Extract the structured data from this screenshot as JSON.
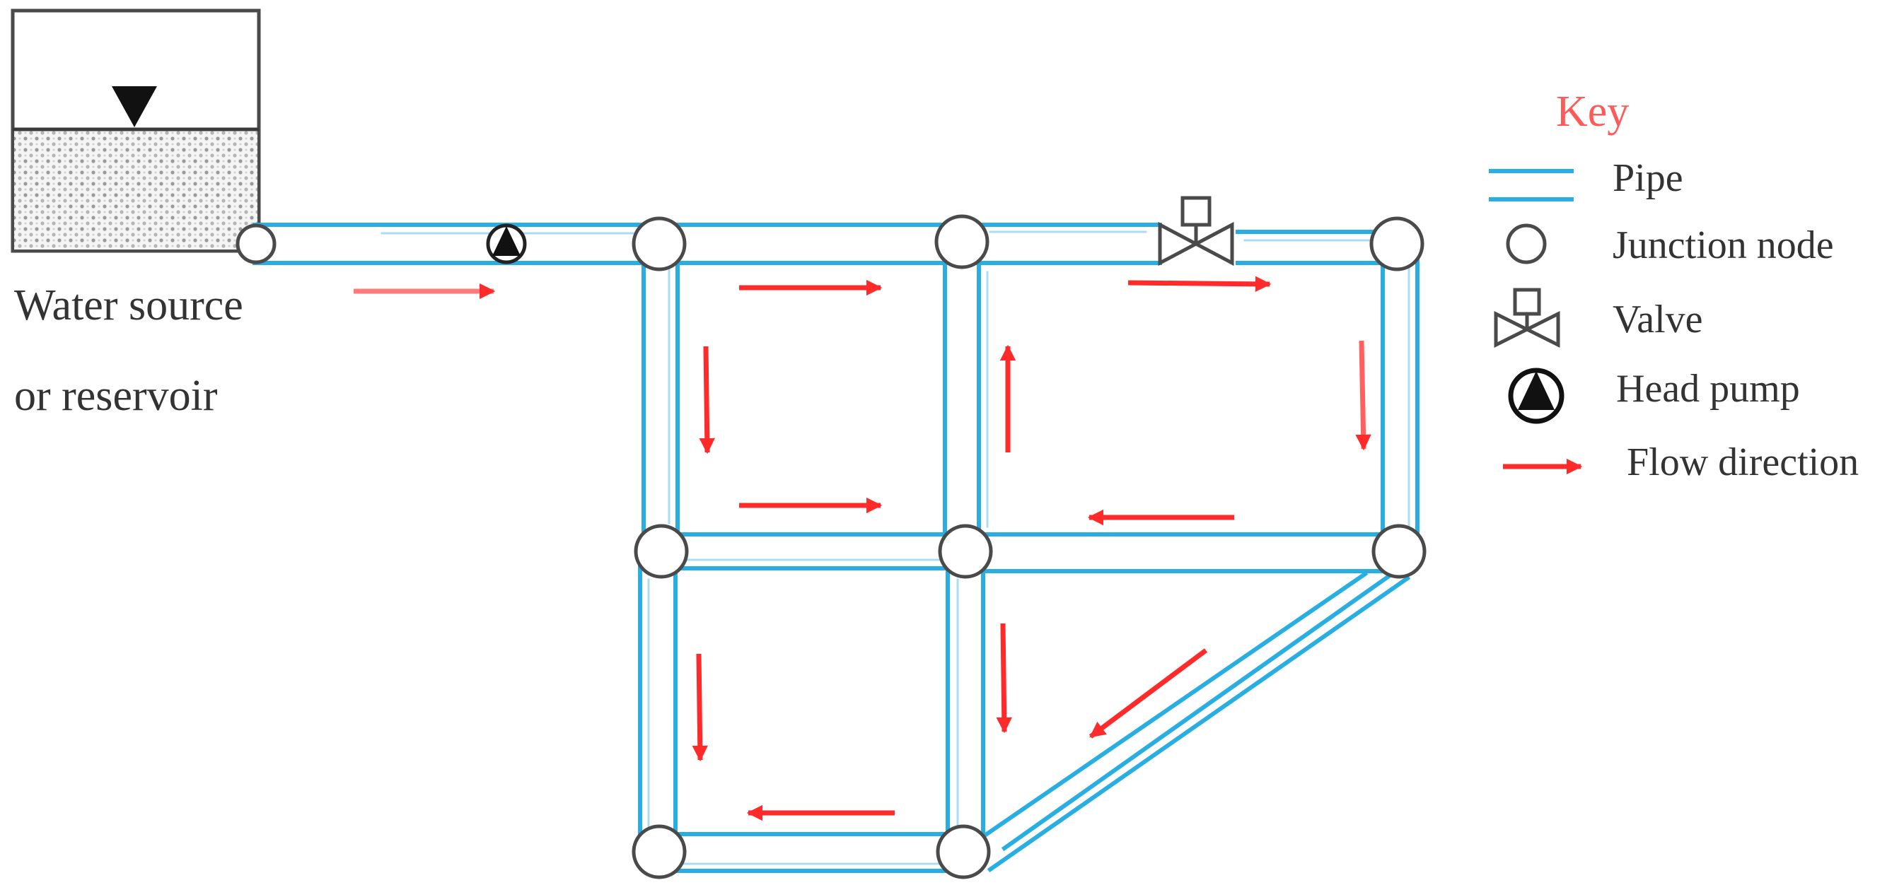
{
  "source": {
    "label_line1": "Water source",
    "label_line2": "or reservoir"
  },
  "legend": {
    "title": "Key",
    "items": [
      {
        "label": "Pipe",
        "icon": "pipe-icon"
      },
      {
        "label": "Junction node",
        "icon": "junction-node-icon"
      },
      {
        "label": "Valve",
        "icon": "valve-icon"
      },
      {
        "label": "Head pump",
        "icon": "head-pump-icon"
      },
      {
        "label": "Flow direction",
        "icon": "flow-arrow-icon"
      }
    ]
  },
  "colors": {
    "pipe": "#29aee4",
    "pipe_light": "#8fd2f0",
    "flow": "#ff2a2a",
    "key_title": "#ff5a5a",
    "outline": "#4a4a4a",
    "text": "#333333"
  }
}
